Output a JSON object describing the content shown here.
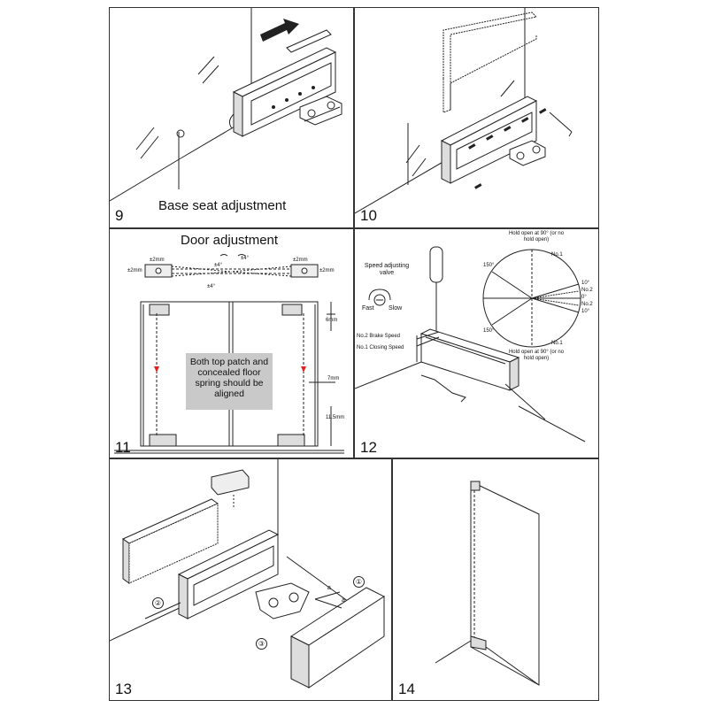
{
  "panels": {
    "p9": {
      "number": "9",
      "caption": "Base seat adjustment"
    },
    "p10": {
      "number": "10"
    },
    "p11": {
      "number": "11",
      "caption": "Door adjustment",
      "notice": "Both top patch and concealed floor spring should be aligned",
      "dims": {
        "pm2_a": "±2mm",
        "pm2_b": "±2mm",
        "pm2_c": "±2mm",
        "pm2_d": "±2mm",
        "deg_a": "±4°",
        "deg_b": "±4°",
        "deg_c": "±4°",
        "six": "6mm",
        "seven": "7mm",
        "elevenfive": "11.5mm"
      }
    },
    "p12": {
      "number": "12",
      "speed_valve": "Speed adjusting valve",
      "fast": "Fast",
      "slow": "Slow",
      "brake": "No.2 Brake Speed",
      "closing": "No.1 Closing Speed",
      "hold_top": "Hold open at 90° (or no hold open)",
      "hold_bottom": "Hold open at 90° (or no hold open)",
      "angle_150_top": "150°",
      "angle_150_bottom": "150°",
      "no1_top": "No.1",
      "no1_bottom": "No.1",
      "no2_top": "No.2",
      "no2_bottom": "No.2",
      "ten_top": "10°",
      "ten_bottom": "10°",
      "zero": "0°"
    },
    "p13": {
      "number": "13",
      "c1": "①",
      "c2": "②",
      "c3": "③",
      "a": "a",
      "a2": "a"
    },
    "p14": {
      "number": "14"
    }
  }
}
